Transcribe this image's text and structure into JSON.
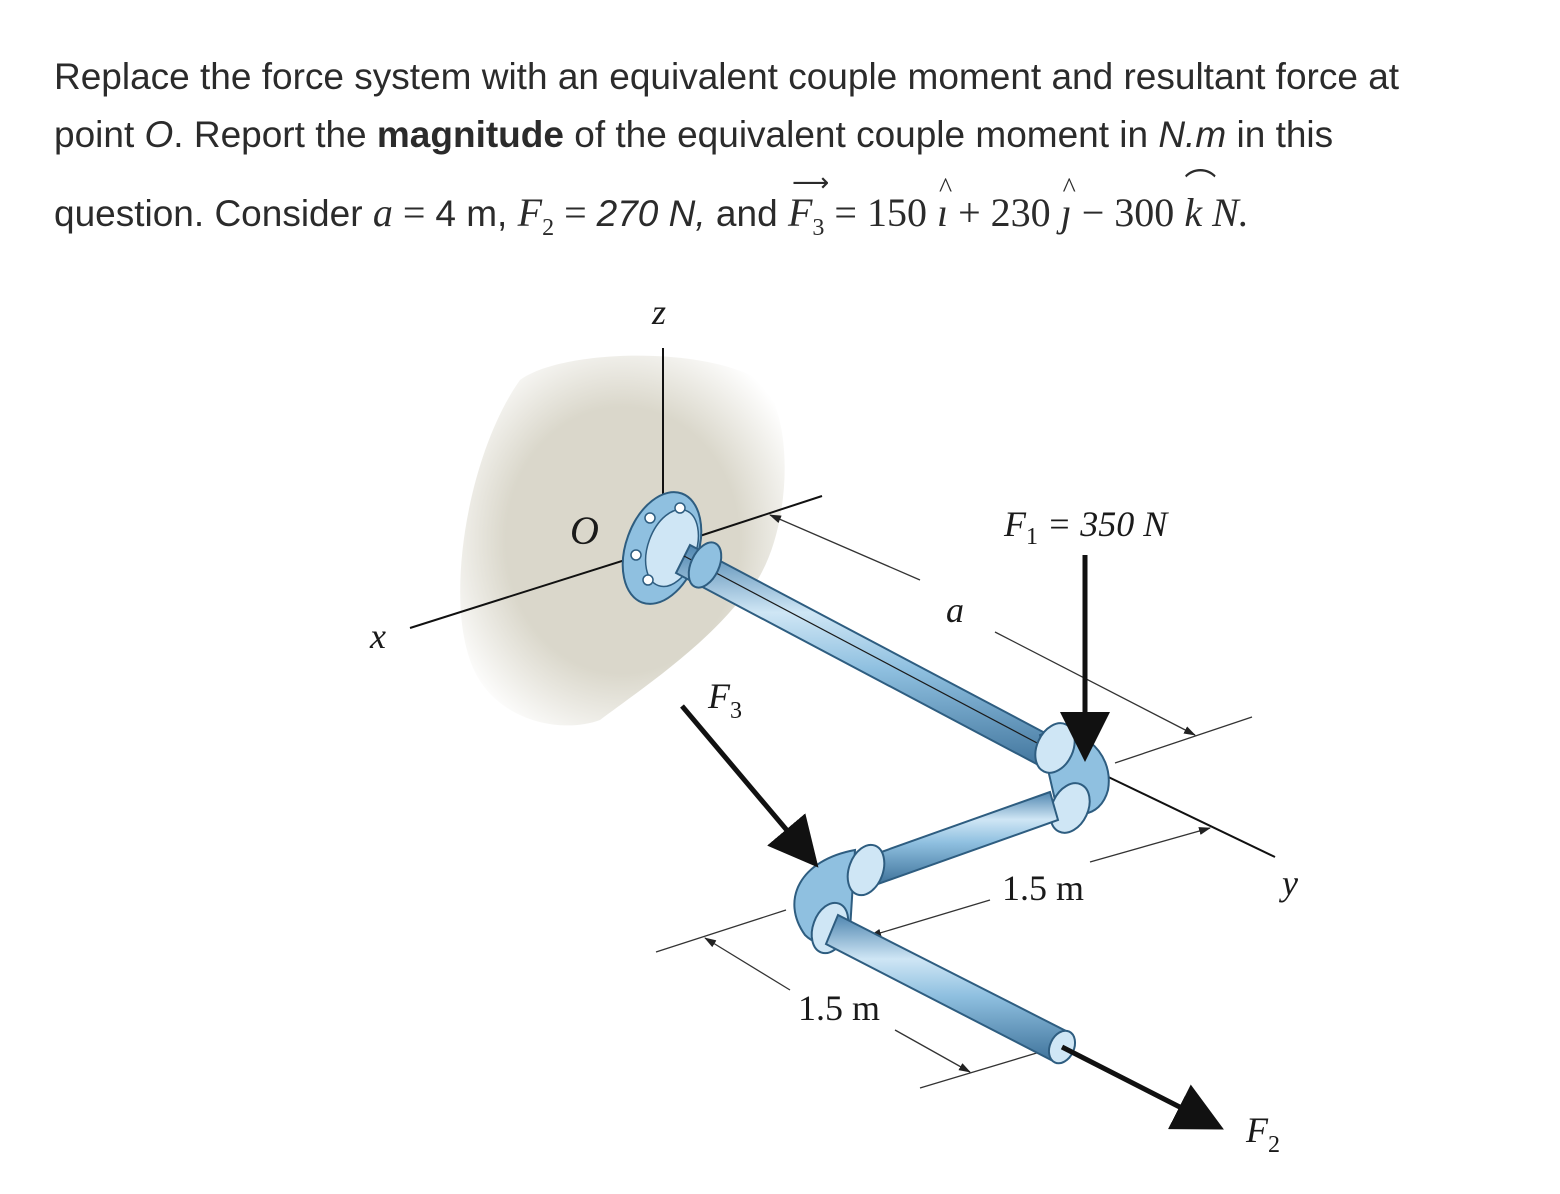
{
  "question": {
    "line1": "Replace the force system with an equivalent couple moment and resultant force at",
    "line2_a": "point ",
    "line2_O": "O",
    "line2_b": ". Report the ",
    "line2_bold": "magnitude",
    "line2_c": " of the equivalent couple moment in ",
    "line2_unit": "N.m",
    "line2_d": " in this",
    "line3_a": "question. Consider ",
    "a_sym": "a",
    "eq": " = ",
    "a_val": "4 m,",
    "F2_sym": "F",
    "F2_sub": "2",
    "F2_val": "270 N,",
    "and": " and ",
    "F3_sym": "F",
    "F3_sub": "3",
    "F3_expr_1": "150 ",
    "i_hat": "ı",
    "F3_expr_2": " + 230 ",
    "j_hat": "ȷ",
    "F3_expr_3": " − 300 ",
    "k_hat": "k",
    "F3_unit": "N."
  },
  "figure": {
    "z_label": "z",
    "x_label": "x",
    "y_label": "y",
    "origin_label": "O",
    "F1_label": "F",
    "F1_sub": "1",
    "F1_value": " = 350 N",
    "F2_label": "F",
    "F2_sub": "2",
    "F3_label": "F",
    "F3_sub": "3",
    "a_label": "a",
    "dim_1": "1.5 m",
    "dim_2": "1.5 m"
  },
  "colors": {
    "pipe_light": "#cfe6f5",
    "pipe_mid": "#8fc0e0",
    "pipe_dark": "#4f86b0",
    "wall": "#d8d5c8",
    "text": "#2b2b2b"
  }
}
